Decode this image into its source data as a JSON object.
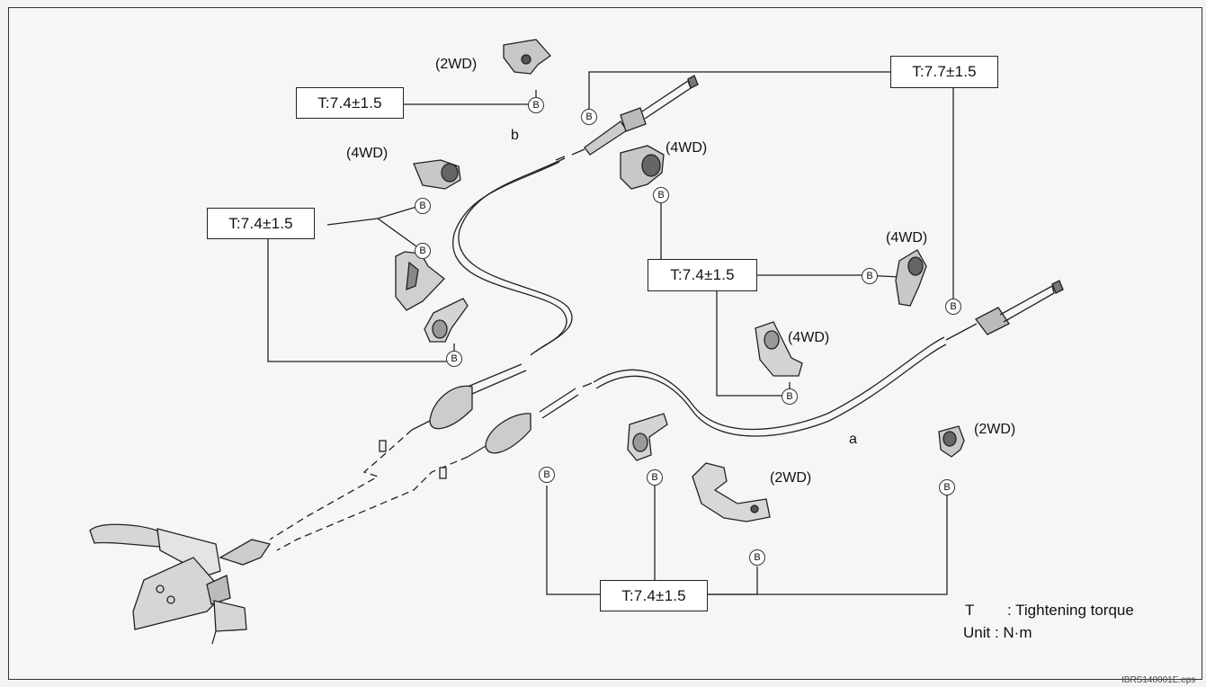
{
  "torque_labels": {
    "top_left": "T:7.4±1.5",
    "mid_left": "T:7.4±1.5",
    "mid_center": "T:7.4±1.5",
    "top_right": "T:7.7±1.5",
    "bottom": "T:7.4±1.5"
  },
  "variant_labels": {
    "clamp_2wd_top": "(2WD)",
    "clamp_4wd_left": "(4WD)",
    "clamp_4wd_center": "(4WD)",
    "clamp_4wd_right": "(4WD)",
    "clamp_4wd_mid": "(4WD)",
    "clamp_2wd_bottom": "(2WD)",
    "clamp_2wd_right": "(2WD)"
  },
  "cable_labels": {
    "cable_a": "a",
    "cable_b": "b"
  },
  "bolt_symbol": "B",
  "legend": {
    "t_key": "T",
    "t_desc": ": Tightening torque",
    "unit": "Unit : N·m"
  },
  "file_id": "IBRS140001E.eps",
  "colors": {
    "line": "#222222",
    "part_fill": "#d4d4d4",
    "part_dark": "#555555"
  }
}
